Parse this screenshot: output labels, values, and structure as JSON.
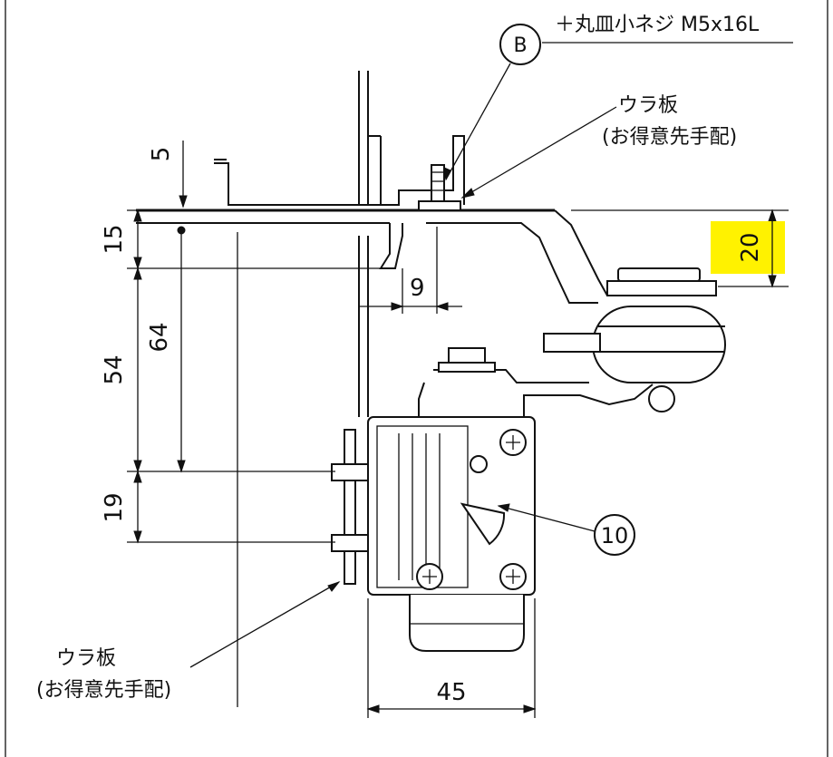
{
  "labels": {
    "screw_note": "＋丸皿小ネジ M5x16L",
    "callout_b": "B",
    "callout_10": "10",
    "back_plate_top_1": "ウラ板",
    "back_plate_top_2": "(お得意先手配)",
    "back_plate_bottom_1": "ウラ板",
    "back_plate_bottom_2": "(お得意先手配)"
  },
  "dimensions": {
    "d5": "5",
    "d15": "15",
    "d64": "64",
    "d54": "54",
    "d9": "9",
    "d19": "19",
    "d20": "20",
    "d45": "45"
  },
  "colors": {
    "line": "#111111",
    "highlight": "#fff200"
  }
}
